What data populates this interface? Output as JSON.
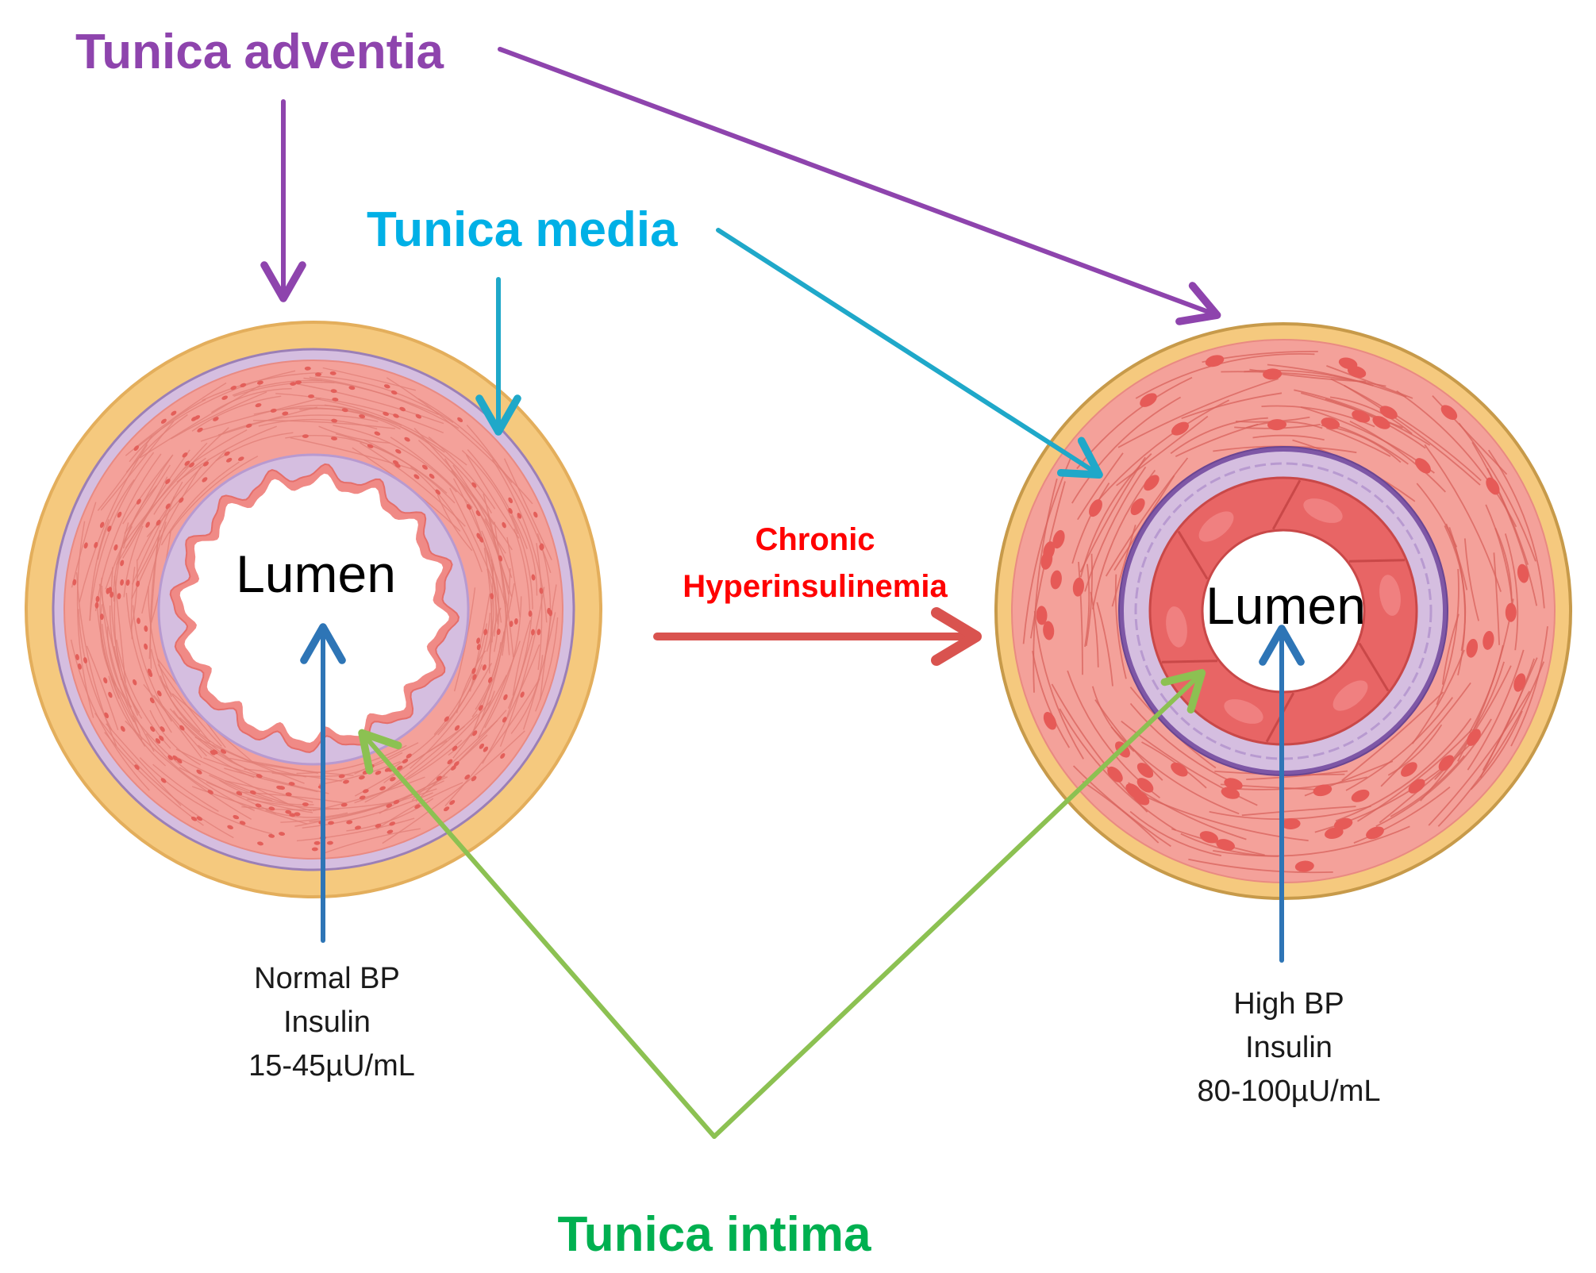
{
  "labels": {
    "tunica_adventia": "Tunica adventia",
    "tunica_media": "Tunica media",
    "tunica_intima": "Tunica intima",
    "lumen_left": "Lumen",
    "lumen_right": "Lumen",
    "cause_line1": "Chronic",
    "cause_line2": "Hyperinsulinemia"
  },
  "normal_vessel": {
    "bp": "Normal BP",
    "insulin_label": "Insulin",
    "insulin_range": "15-45µU/mL"
  },
  "hypertensive_vessel": {
    "bp": "High BP",
    "insulin_label": "Insulin",
    "insulin_range": "80-100µU/mL"
  },
  "colors": {
    "adventia": "#8E44AD",
    "media": "#00B0E6",
    "intima": "#00B050",
    "cause": "#FF0000",
    "cause_arrow": "#D9534F",
    "lumen_arrow": "#2E75B6",
    "media_arrow": "#1FA8C9",
    "intima_arrow": "#8CC152",
    "adventitia_layer": "#F5C97E",
    "media_layer": "#F4A19A",
    "intima_layer": "#D5BEE0",
    "thickened_intima": "#E86565"
  }
}
